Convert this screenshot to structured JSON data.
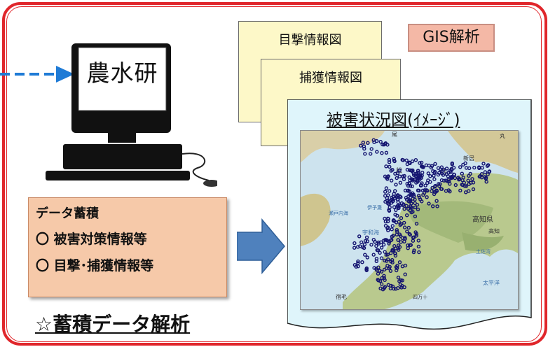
{
  "computer": {
    "label": "農水研"
  },
  "documents": {
    "sighting_map": "目撃情報図",
    "capture_map": "捕獲情報図",
    "damage_map_title": "被害状況図(ｲﾒｰｼﾞ)"
  },
  "gis_badge": "GIS解析",
  "data_accumulation": {
    "title": "データ蓄積",
    "items": [
      "〇 被害対策情報等",
      "〇 目撃･捕獲情報等"
    ]
  },
  "analysis_title": "☆蓄積データ解析",
  "map_labels": {
    "kochi": "高知県",
    "setonaikai": "瀬戸内海",
    "uwakai": "宇和海",
    "taiheiyo": "太平洋",
    "shimanto": "四万十",
    "tosa_bay": "土佐湾",
    "matsuyama": "松",
    "kochi_city": "高知",
    "nishi": "西",
    "shinjuku": "新居",
    "iyo_nada": "伊予灘",
    "sukumo": "宿毛",
    "okinawa": "尾",
    "kagawa": "丸"
  },
  "colors": {
    "frame": "#e0262b",
    "arrow_blue": "#1f7bd6",
    "box_fill": "#f6c9a9",
    "doc_fill": "#fdf8c8",
    "damage_fill": "#dff5fb",
    "gis_fill": "#f4b8a6",
    "dots": "#141470",
    "big_arrow": "#4f81bd"
  }
}
